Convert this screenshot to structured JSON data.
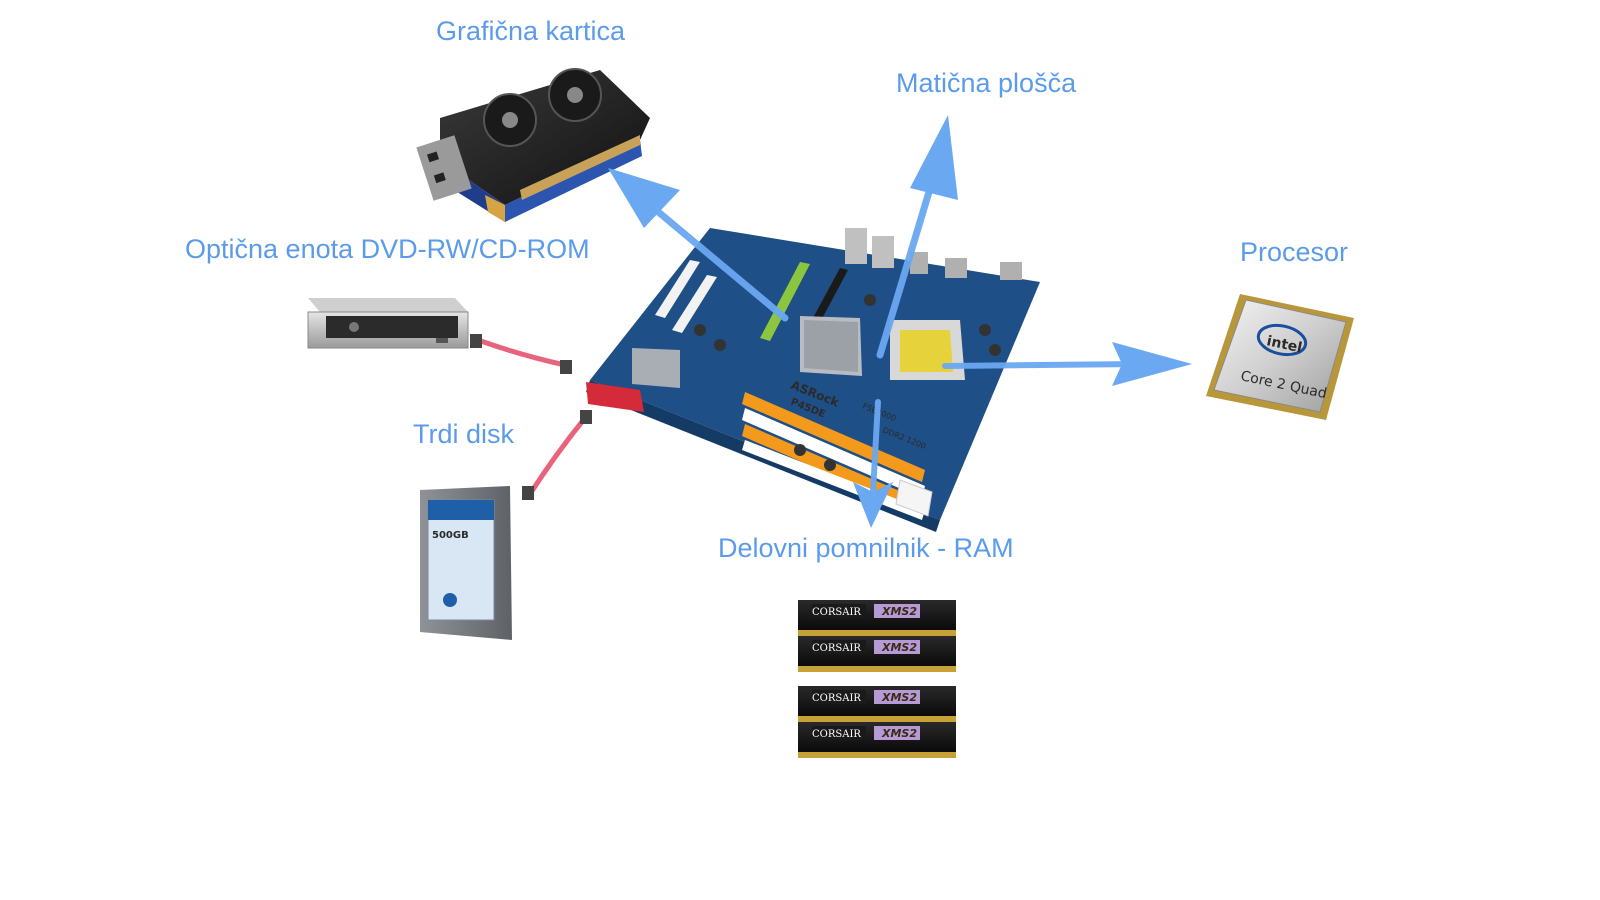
{
  "labels": {
    "graphics_card": "Grafična kartica",
    "motherboard": "Matična plošča",
    "optical_drive": "Optična enota DVD-RW/CD-ROM",
    "processor": "Procesor",
    "hard_disk": "Trdi disk",
    "ram": "Delovni pomnilnik - RAM"
  },
  "product_text": {
    "mb_brand": "ASRock",
    "mb_model": "P45DE",
    "mb_fsb": "FSB2000",
    "mb_ddr": "DDR2 1200",
    "cpu_brand": "intel",
    "cpu_model": "Core 2 Quad",
    "ram_brand": "CORSAIR",
    "ram_series": "XMS2",
    "hdd_capacity": "500GB"
  },
  "colors": {
    "label": "#5b9bea",
    "arrow": "#6aa8f2",
    "sata_cable": "#e8647c",
    "pcb": "#1e4f86",
    "ram_slot_orange": "#f39a1c",
    "pci_green": "#8cc63f"
  }
}
